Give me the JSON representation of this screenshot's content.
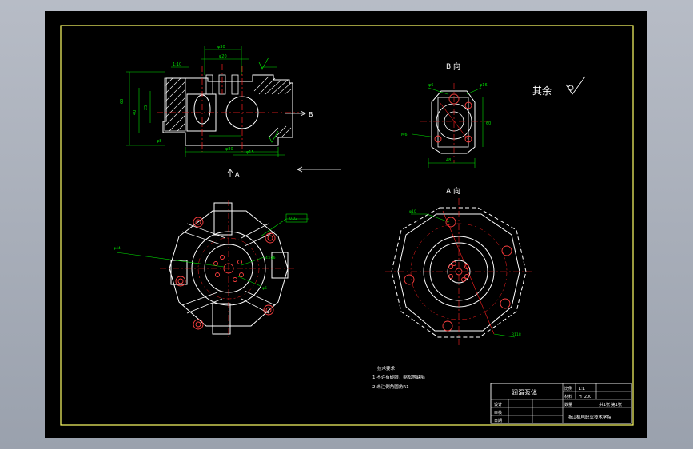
{
  "drawing": {
    "view_b_label": "B 向",
    "view_a_label": "A 向",
    "section_b_marker": "B",
    "section_a_marker": "A",
    "roughness_note": "其余",
    "tech_requirements": {
      "title": "技术要求",
      "line1": "1 不许有砂眼，缩松等缺陷",
      "line2": "2 未注倒角圆角R1"
    },
    "title_block": {
      "part_name": "润滑泵体",
      "scale_label": "比例",
      "scale_value": "1:1",
      "material_label": "材料",
      "material_value": "HT200",
      "qty_label": "数量",
      "designer_label": "设计",
      "checker_label": "审核",
      "date_label": "日期",
      "school": "浙江机电职业技术学院",
      "drawing_no": "共1张 第1张"
    }
  },
  "colors": {
    "background": "#000000",
    "outline": "#ffffff",
    "centerline": "#ff2020",
    "dimension": "#00e000",
    "hatch": "#ffffff",
    "frame": "#ffff66",
    "hole": "#ff4040"
  }
}
